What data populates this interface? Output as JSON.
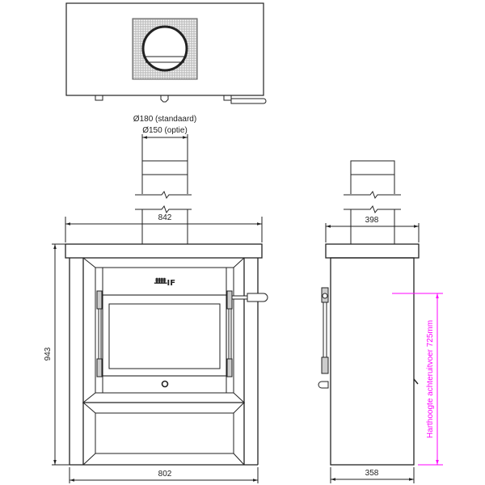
{
  "drawing": {
    "type": "technical dimension drawing of a wood stove",
    "views": [
      "top-view",
      "front-view",
      "side-view"
    ]
  },
  "flue": {
    "diameter_standard": "Ø180 (standaard)",
    "diameter_option": "Ø150 (optie)"
  },
  "front_view": {
    "top_width": "842",
    "base_width": "802",
    "total_height": "943",
    "logo_text": "ᚙIF"
  },
  "side_view": {
    "top_depth": "398",
    "base_depth": "358",
    "rear_outlet_label": "Harthoogte achteruitvoer 725mm"
  },
  "colors": {
    "line": "#222222",
    "accent": "#ff00ff",
    "background": "#ffffff"
  }
}
